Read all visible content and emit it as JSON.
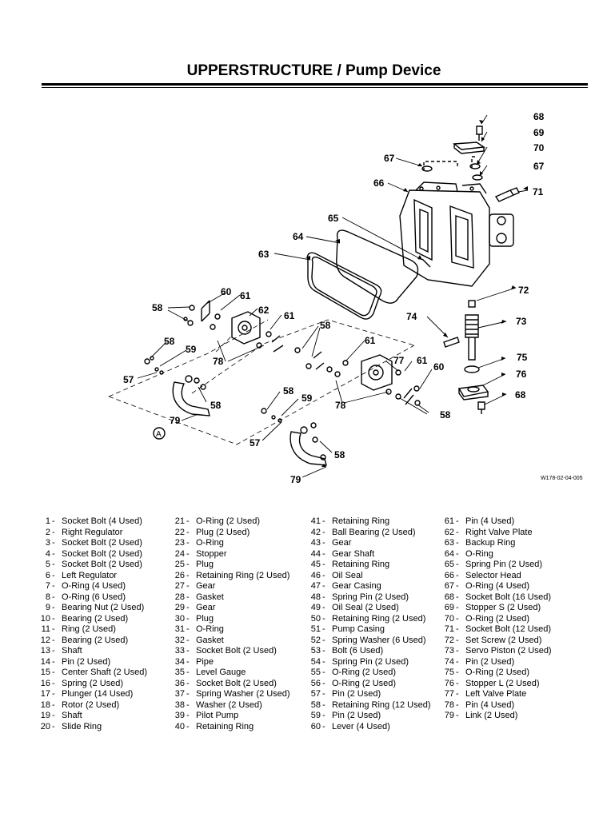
{
  "page": {
    "title": "UPPERSTRUCTURE / Pump Device"
  },
  "diagram": {
    "figure_code": "W178-02-04-005",
    "callouts": {
      "c68a": "68",
      "c69": "69",
      "c70": "70",
      "c67a": "67",
      "c67b": "67",
      "c66": "66",
      "c71": "71",
      "c65": "65",
      "c64": "64",
      "c63": "63",
      "c60a": "60",
      "c61a": "61",
      "c58a": "58",
      "c62": "62",
      "c61b": "61",
      "c72": "72",
      "c58b": "58",
      "c74": "74",
      "c73": "73",
      "c58c": "58",
      "c78a": "78",
      "c61c": "61",
      "c59a": "59",
      "c77": "77",
      "c61d": "61",
      "c57a": "57",
      "c60b": "60",
      "c75": "75",
      "c76": "76",
      "c58d": "58",
      "c59b": "59",
      "c68b": "68",
      "c79a": "79",
      "c78b": "78",
      "c58e": "58",
      "cA": "A",
      "c57b": "57",
      "c58f": "58",
      "c79b": "79"
    }
  },
  "parts_columns": [
    [
      {
        "num": "1",
        "desc": "Socket Bolt (4 Used)"
      },
      {
        "num": "2",
        "desc": "Right Regulator"
      },
      {
        "num": "3",
        "desc": "Socket Bolt (2 Used)"
      },
      {
        "num": "4",
        "desc": "Socket Bolt (2 Used)"
      },
      {
        "num": "5",
        "desc": "Socket Bolt (2 Used)"
      },
      {
        "num": "6",
        "desc": "Left Regulator"
      },
      {
        "num": "7",
        "desc": "O-Ring (4 Used)"
      },
      {
        "num": "8",
        "desc": "O-Ring (6 Used)"
      },
      {
        "num": "9",
        "desc": "Bearing Nut (2 Used)"
      },
      {
        "num": "10",
        "desc": "Bearing (2 Used)"
      },
      {
        "num": "11",
        "desc": "Ring (2 Used)"
      },
      {
        "num": "12",
        "desc": "Bearing (2 Used)"
      },
      {
        "num": "13",
        "desc": "Shaft"
      },
      {
        "num": "14",
        "desc": "Pin (2 Used)"
      },
      {
        "num": "15",
        "desc": "Center Shaft (2 Used)"
      },
      {
        "num": "16",
        "desc": "Spring (2 Used)"
      },
      {
        "num": "17",
        "desc": "Plunger (14 Used)"
      },
      {
        "num": "18",
        "desc": "Rotor (2 Used)"
      },
      {
        "num": "19",
        "desc": "Shaft"
      },
      {
        "num": "20",
        "desc": "Slide Ring"
      }
    ],
    [
      {
        "num": "21",
        "desc": "O-Ring (2 Used)"
      },
      {
        "num": "22",
        "desc": "Plug (2 Used)"
      },
      {
        "num": "23",
        "desc": "O-Ring"
      },
      {
        "num": "24",
        "desc": "Stopper"
      },
      {
        "num": "25",
        "desc": "Plug"
      },
      {
        "num": "26",
        "desc": "Retaining Ring (2 Used)"
      },
      {
        "num": "27",
        "desc": "Gear"
      },
      {
        "num": "28",
        "desc": "Gasket"
      },
      {
        "num": "29",
        "desc": "Gear"
      },
      {
        "num": "30",
        "desc": "Plug"
      },
      {
        "num": "31",
        "desc": "O-Ring"
      },
      {
        "num": "32",
        "desc": "Gasket"
      },
      {
        "num": "33",
        "desc": "Socket Bolt (2 Used)"
      },
      {
        "num": "34",
        "desc": "Pipe"
      },
      {
        "num": "35",
        "desc": "Level Gauge"
      },
      {
        "num": "36",
        "desc": "Socket Bolt (2 Used)"
      },
      {
        "num": "37",
        "desc": "Spring Washer (2 Used)"
      },
      {
        "num": "38",
        "desc": "Washer (2 Used)"
      },
      {
        "num": "39",
        "desc": "Pilot Pump"
      },
      {
        "num": "40",
        "desc": "Retaining Ring"
      }
    ],
    [
      {
        "num": "41",
        "desc": "Retaining Ring"
      },
      {
        "num": "42",
        "desc": "Ball Bearing (2 Used)"
      },
      {
        "num": "43",
        "desc": "Gear"
      },
      {
        "num": "44",
        "desc": "Gear Shaft"
      },
      {
        "num": "45",
        "desc": "Retaining Ring"
      },
      {
        "num": "46",
        "desc": "Oil Seal"
      },
      {
        "num": "47",
        "desc": "Gear Casing"
      },
      {
        "num": "48",
        "desc": "Spring Pin (2 Used)"
      },
      {
        "num": "49",
        "desc": "Oil Seal (2 Used)"
      },
      {
        "num": "50",
        "desc": "Retaining Ring (2 Used)"
      },
      {
        "num": "51",
        "desc": "Pump Casing"
      },
      {
        "num": "52",
        "desc": "Spring Washer (6 Used)"
      },
      {
        "num": "53",
        "desc": "Bolt (6 Used)"
      },
      {
        "num": "54",
        "desc": "Spring Pin (2 Used)"
      },
      {
        "num": "55",
        "desc": "O-Ring (2 Used)"
      },
      {
        "num": "56",
        "desc": "O-Ring (2 Used)"
      },
      {
        "num": "57",
        "desc": "Pin (2 Used)"
      },
      {
        "num": "58",
        "desc": "Retaining Ring (12 Used)"
      },
      {
        "num": "59",
        "desc": "Pin (2 Used)"
      },
      {
        "num": "60",
        "desc": "Lever (4 Used)"
      }
    ],
    [
      {
        "num": "61",
        "desc": "Pin (4 Used)"
      },
      {
        "num": "62",
        "desc": "Right Valve Plate"
      },
      {
        "num": "63",
        "desc": "Backup Ring"
      },
      {
        "num": "64",
        "desc": "O-Ring"
      },
      {
        "num": "65",
        "desc": "Spring Pin (2 Used)"
      },
      {
        "num": "66",
        "desc": "Selector Head"
      },
      {
        "num": "67",
        "desc": "O-Ring (4 Used)"
      },
      {
        "num": "68",
        "desc": "Socket Bolt (16 Used)"
      },
      {
        "num": "69",
        "desc": "Stopper S (2 Used)"
      },
      {
        "num": "70",
        "desc": "O-Ring (2 Used)"
      },
      {
        "num": "71",
        "desc": "Socket Bolt (12 Used)"
      },
      {
        "num": "72",
        "desc": "Set Screw (2 Used)"
      },
      {
        "num": "73",
        "desc": "Servo Piston (2 Used)"
      },
      {
        "num": "74",
        "desc": "Pin (2 Used)"
      },
      {
        "num": "75",
        "desc": "O-Ring (2 Used)"
      },
      {
        "num": "76",
        "desc": "Stopper L (2 Used)"
      },
      {
        "num": "77",
        "desc": "Left Valve Plate"
      },
      {
        "num": "78",
        "desc": "Pin (4 Used)"
      },
      {
        "num": "79",
        "desc": "Link (2 Used)"
      }
    ]
  ]
}
